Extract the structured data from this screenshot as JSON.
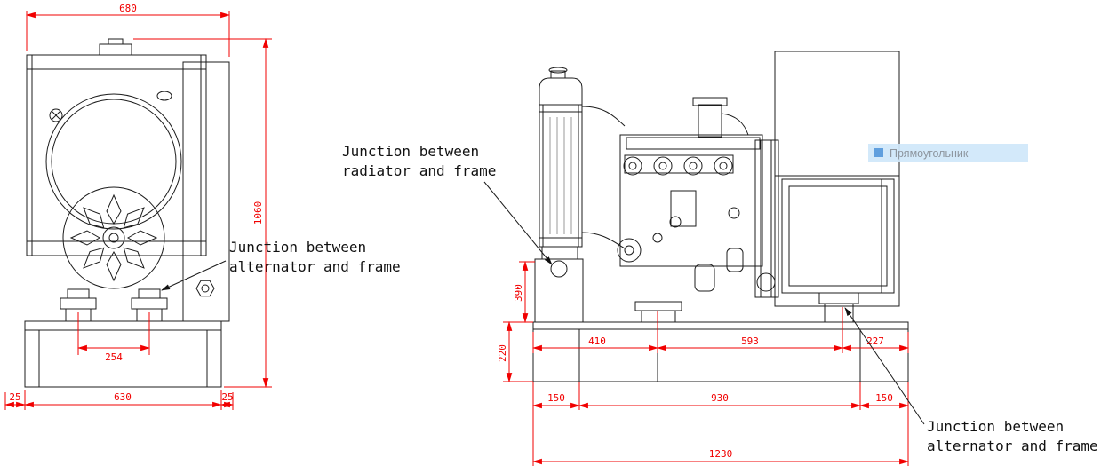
{
  "front_view": {
    "dim_overall_width": "680",
    "dim_overall_height": "1060",
    "dim_foot_span": "254",
    "dim_base_length": "630",
    "dim_left_offset": "25",
    "dim_right_offset": "25"
  },
  "side_view": {
    "dim_radiator_mount_height": "390",
    "dim_frame_height": "220",
    "dim_front_to_engine_mount": "410",
    "dim_engine_to_alternator_mount": "593",
    "dim_alternator_mount_to_rear": "227",
    "dim_left_overhang": "150",
    "dim_mount_span": "930",
    "dim_right_overhang": "150",
    "dim_overall_length": "1230"
  },
  "annotations": {
    "radiator_frame": {
      "line1": "Junction between",
      "line2": "radiator and frame"
    },
    "alternator_frame_left": {
      "line1": "Junction between",
      "line2": "alternator and frame"
    },
    "alternator_frame_right": {
      "line1": "Junction between",
      "line2": "alternator and frame"
    }
  },
  "tooltip": {
    "label": "Прямоугольник"
  },
  "colors": {
    "dimension_red": "#f10000",
    "drawing_ink": "#1c1c1c",
    "tooltip_bg": "#cfe7fa",
    "tooltip_text": "#8d959e"
  }
}
